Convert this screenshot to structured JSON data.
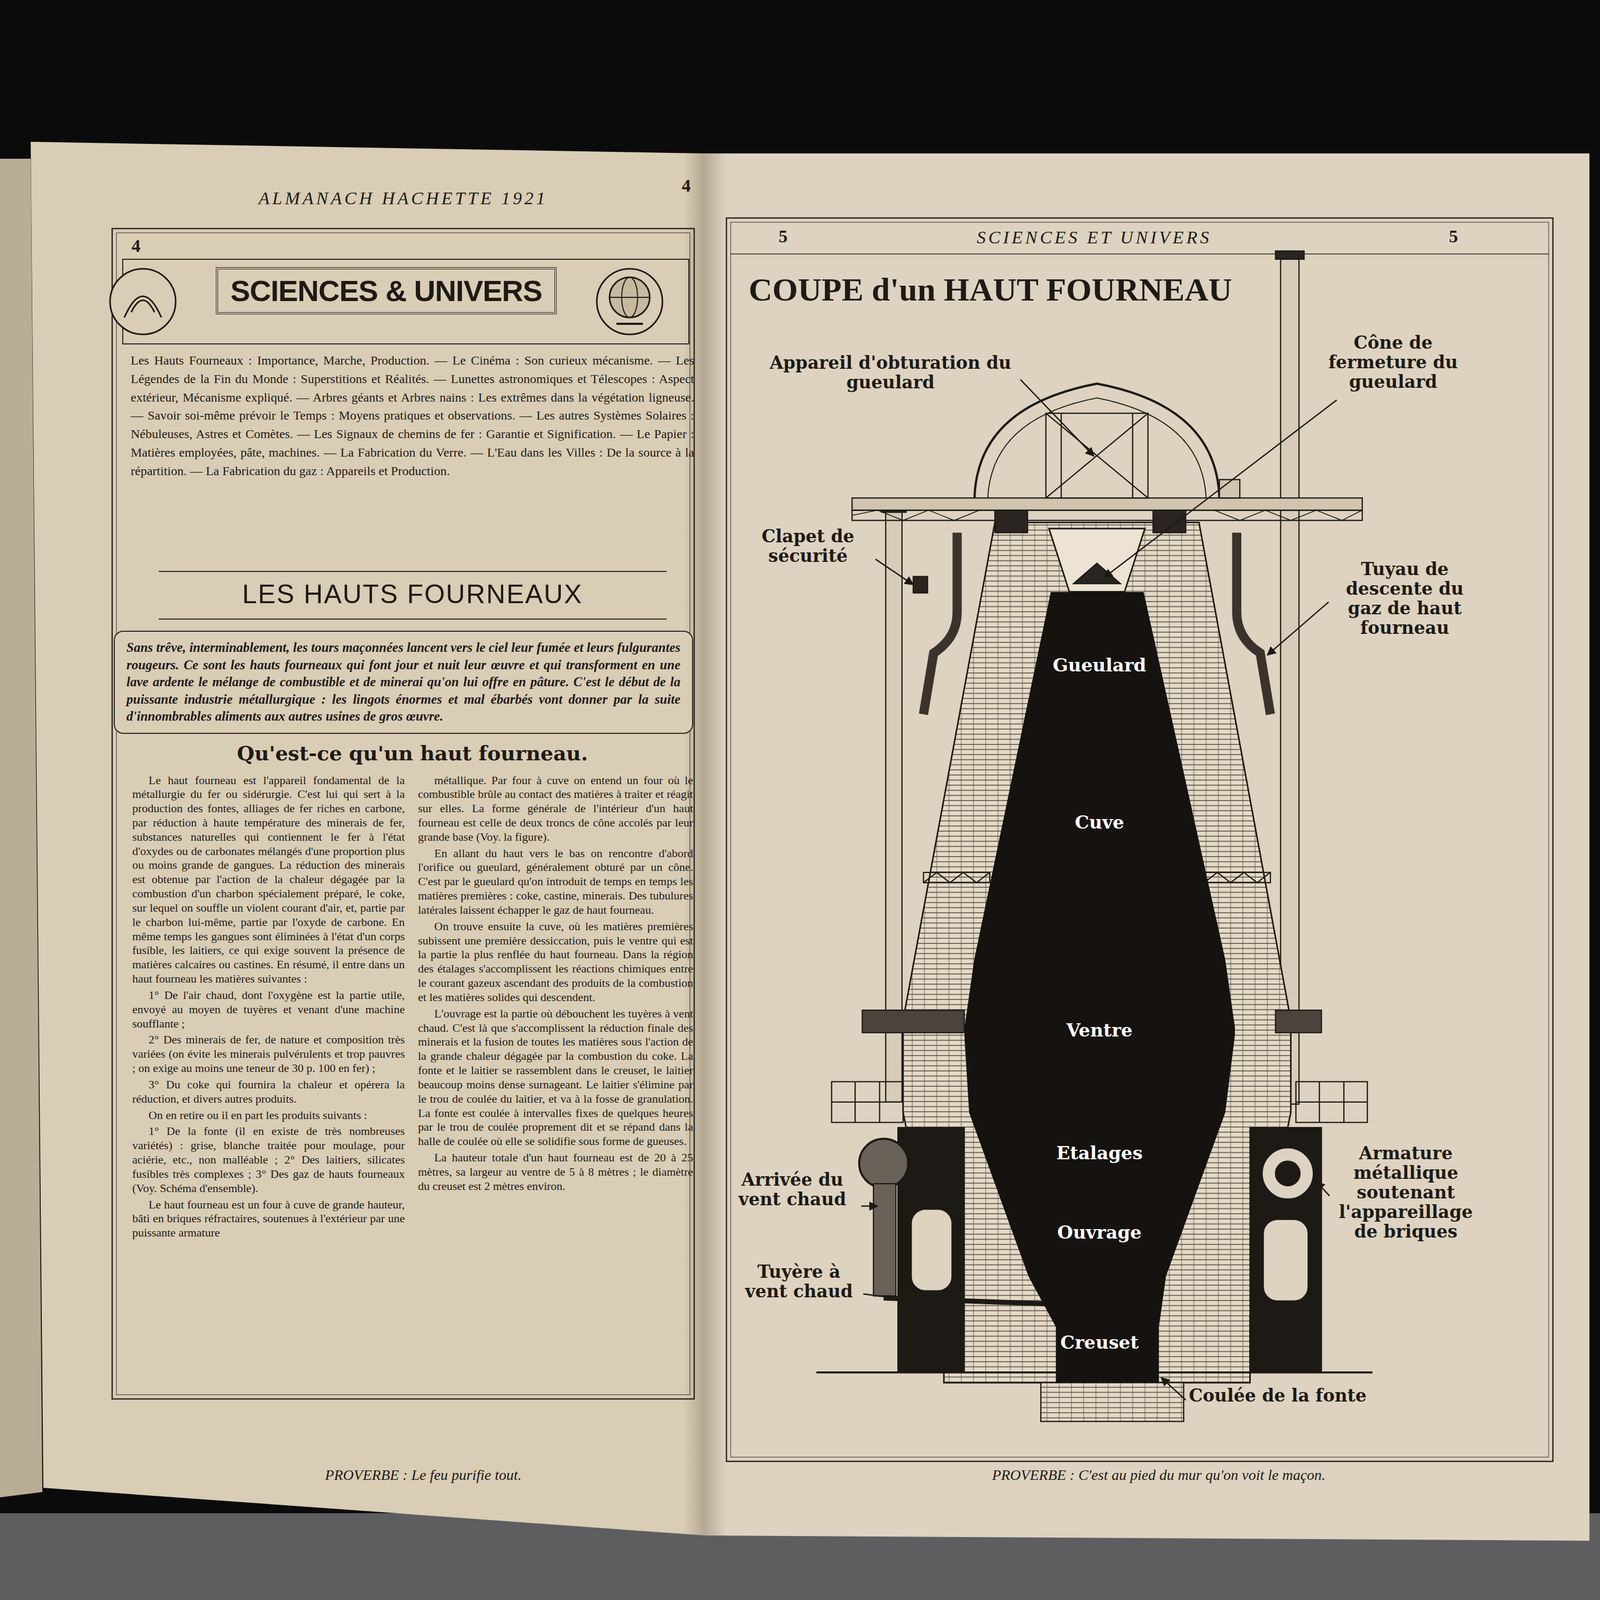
{
  "diagram": {
    "title": "COUPE d'un HAUT FOURNEAU",
    "nodes": [
      {
        "text": [
          "SCIENCES & UNIVERS"
        ]
      },
      {
        "text": [
          "Sans trêve, interminablement, les tours maçonnées lancent vers le ciel leur fumée et leurs fulgurantes rougeurs. Ce sont les hauts fourneaux qui font jour et nuit leur œuvre et qui transforment en une lave ardente le mélange de combustible et de minerai qu'on lui offre en pâture. C'est le début de la puissante industrie métallurgique : les lingots énormes et mal ébarbés vont donner par la suite d'innombrables aliments aux autres usines de gros œuvre."
        ]
      },
      {
        "text": [
          "Gueulard",
          "Cuve",
          "Ventre",
          "Etalages",
          "Ouvrage",
          "Creuset"
        ]
      }
    ],
    "labels": [
      "ALMANACH HACHETTE 1921",
      "4",
      "4",
      "Les Hauts Fourneaux : Importance, Marche, Production. — Le Cinéma : Son curieux mécanisme. — Les Légendes de la Fin du Monde : Superstitions et Réalités. — Lunettes astronomiques et Télescopes : Aspect extérieur, Mécanisme expliqué. — Arbres géants et Arbres nains : Les extrêmes dans la végétation ligneuse. — Savoir soi-même prévoir le Temps : Moyens pratiques et observations. — Les autres Systèmes Solaires : Nébuleuses, Astres et Comètes. — Les Signaux de chemins de fer : Garantie et Signification. — Le Papier : Matières employées, pâte, machines. — La Fabrication du Verre. — L'Eau dans les Villes : De la source à la répartition. — La Fabrication du gaz : Appareils et Production.",
      "LES HAUTS FOURNEAUX",
      "Qu'est-ce qu'un haut fourneau.",
      "Le haut fourneau est l'appareil fondamental de la métallurgie du fer ou sidérurgie. C'est lui qui sert à la production des fontes, alliages de fer riches en carbone, par réduction à haute température des minerais de fer, substances naturelles qui contiennent le fer à l'état d'oxydes ou de carbonates mélangés d'une proportion plus ou moins grande de gangues. La réduction des minerais est obtenue par l'action de la chaleur dégagée par la combustion d'un charbon spécialement préparé, le coke, sur lequel on souffle un violent courant d'air, et, partie par le charbon lui-même, partie par l'oxyde de carbone. En même temps les gangues sont éliminées à l'état d'un corps fusible, les laitiers, ce qui exige souvent la présence de matières calcaires ou castines. En résumé, il entre dans un haut fourneau les matières suivantes :",
      "1° De l'air chaud, dont l'oxygène est la partie utile, envoyé au moyen de tuyères et venant d'une machine soufflante ;",
      "2° Des minerais de fer, de nature et composition très variées (on évite les minerais pulvérulents et trop pauvres ; on exige au moins une teneur de 30 p. 100 en fer) ;",
      "3° Du coke qui fournira la chaleur et opérera la réduction, et divers autres produits.",
      "On en retire ou il en part les produits suivants :",
      "1° De la fonte (il en existe de très nombreuses variétés) : grise, blanche traitée pour moulage, pour aciérie, etc., non malléable ; 2° Des laitiers, silicates fusibles très complexes ; 3° Des gaz de hauts fourneaux (Voy. Schéma d'ensemble).",
      "Le haut fourneau est un four à cuve de grande hauteur, bâti en briques réfractaires, soutenues à l'extérieur par une puissante armature",
      "métallique. Par four à cuve on entend un four où le combustible brûle au contact des matières à traiter et réagit sur elles. La forme générale de l'intérieur d'un haut fourneau est celle de deux troncs de cône accolés par leur grande base (Voy. la figure).",
      "En allant du haut vers le bas on rencontre d'abord l'orifice ou gueulard, généralement obturé par un cône. C'est par le gueulard qu'on introduit de temps en temps les matières premières : coke, castine, minerais. Des tubulures latérales laissent échapper le gaz de haut fourneau.",
      "On trouve ensuite la cuve, où les matières premières subissent une première dessiccation, puis le ventre qui est la partie la plus renflée du haut fourneau. Dans la région des étalages s'accomplissent les réactions chimiques entre le courant gazeux ascendant des produits de la combustion et les matières solides qui descendent.",
      "L'ouvrage est la partie où débouchent les tuyères à vent chaud. C'est là que s'accomplissent la réduction finale des minerais et la fusion de toutes les matières sous l'action de la grande chaleur dégagée par la combustion du coke. La fonte et le laitier se rassemblent dans le creuset, le laitier beaucoup moins dense surnageant. Le laitier s'élimine par le trou de coulée du laitier, et va à la fosse de granulation. La fonte est coulée à intervalles fixes de quelques heures par le trou de coulée proprement dit et se répand dans la halle de coulée où elle se solidifie sous forme de gueuses.",
      "La hauteur totale d'un haut fourneau est de 20 à 25 mètres, sa largeur au ventre de 5 à 8 mètres ; le diamètre du creuset est 2 mètres environ.",
      "PROVERBE : Le feu purifie tout.",
      "5",
      "SCIENCES ET UNIVERS",
      "5",
      "Appareil d'obturation du gueulard",
      "Cône de fermeture du gueulard",
      "Clapet de sécurité",
      "Tuyau de descente du gaz de haut fourneau",
      "Arrivée du vent chaud",
      "Armature métallique soutenant l'appareillage de briques",
      "Tuyère à vent chaud",
      "Coulée de la fonte",
      "PROVERBE : C'est au pied du mur qu'on voit le maçon."
    ]
  }
}
